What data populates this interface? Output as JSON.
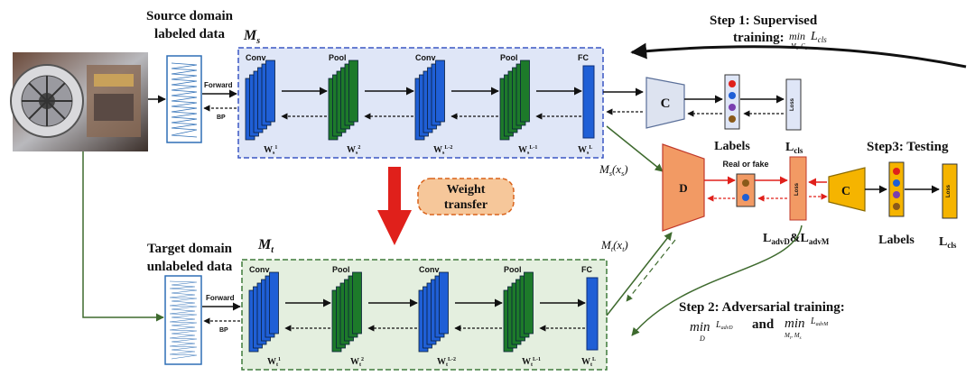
{
  "colors": {
    "conv": "#1f5fd6",
    "pool": "#1d7a2a",
    "source_panel": "#dfe6f7",
    "source_border": "#3a56c4",
    "target_panel": "#e4efdf",
    "target_border": "#3e7a3a",
    "discriminator": "#f29a64",
    "classifier_s": "#dde3f0",
    "classifier_t": "#f5b400",
    "red_arrow": "#e0201b",
    "weight_box": "#f6c79a"
  },
  "source": {
    "title_line1": "Source domain",
    "title_line2": "labeled data",
    "model": "M",
    "model_sub": "s",
    "forward": "Forward",
    "bp": "BP",
    "layers": [
      {
        "label": "Conv",
        "w": "W",
        "sub": "s",
        "sup": "1"
      },
      {
        "label": "Pool",
        "w": "W",
        "sub": "s",
        "sup": "2"
      },
      {
        "label": "Conv",
        "w": "W",
        "sub": "s",
        "sup": "L-2"
      },
      {
        "label": "Pool",
        "w": "W",
        "sub": "s",
        "sup": "L-1"
      },
      {
        "label": "FC",
        "w": "W",
        "sub": "s",
        "sup": "L"
      }
    ]
  },
  "target": {
    "title_line1": "Target domain",
    "title_line2": "unlabeled data",
    "model": "M",
    "model_sub": "t",
    "forward": "Forward",
    "bp": "BP",
    "layers": [
      {
        "label": "Conv",
        "w": "W",
        "sub": "t",
        "sup": "1"
      },
      {
        "label": "Pool",
        "w": "W",
        "sub": "t",
        "sup": "2"
      },
      {
        "label": "Conv",
        "w": "W",
        "sub": "t",
        "sup": "L-2"
      },
      {
        "label": "Pool",
        "w": "W",
        "sub": "t",
        "sup": "L-1"
      },
      {
        "label": "FC",
        "w": "W",
        "sub": "t",
        "sup": "L"
      }
    ]
  },
  "weight_transfer": {
    "line1": "Weight",
    "line2": "transfer"
  },
  "step1": {
    "line1": "Step 1: Supervised",
    "line2": "training:",
    "min": "min",
    "min_sub": "M",
    "min_sub_s": "s",
    "min_sub2": ", C",
    "min_sub2_s": "s",
    "loss": "L",
    "loss_sub": "cls"
  },
  "step2": {
    "line1": "Step 2: Adversarial training:",
    "and": "and",
    "min": "min",
    "min1_sub": "D",
    "loss1": "L",
    "loss1_sub": "advD",
    "min2_sub": "M",
    "min2_sub_t": "t",
    "min2_sub2": ", M",
    "min2_sub2_s": "s",
    "loss2": "L",
    "loss2_sub": "advM"
  },
  "step3": {
    "title": "Step3: Testing"
  },
  "classifier": {
    "letter": "C"
  },
  "discriminator": {
    "letter": "D"
  },
  "loss_box": "Loss",
  "labels_text": "Labels",
  "lcls": {
    "main": "L",
    "sub": "cls"
  },
  "ladv": {
    "main1": "L",
    "sub1": "advD",
    "amp": "&",
    "main2": "L",
    "sub2": "advM"
  },
  "real_or_fake": "Real or fake",
  "ms_x": {
    "m": "M",
    "m_sub": "s",
    "x": "(x",
    "x_sub": "s",
    "close": ")"
  },
  "mt_x": {
    "m": "M",
    "m_sub": "t",
    "x": "(x",
    "x_sub": "t",
    "close": ")"
  }
}
